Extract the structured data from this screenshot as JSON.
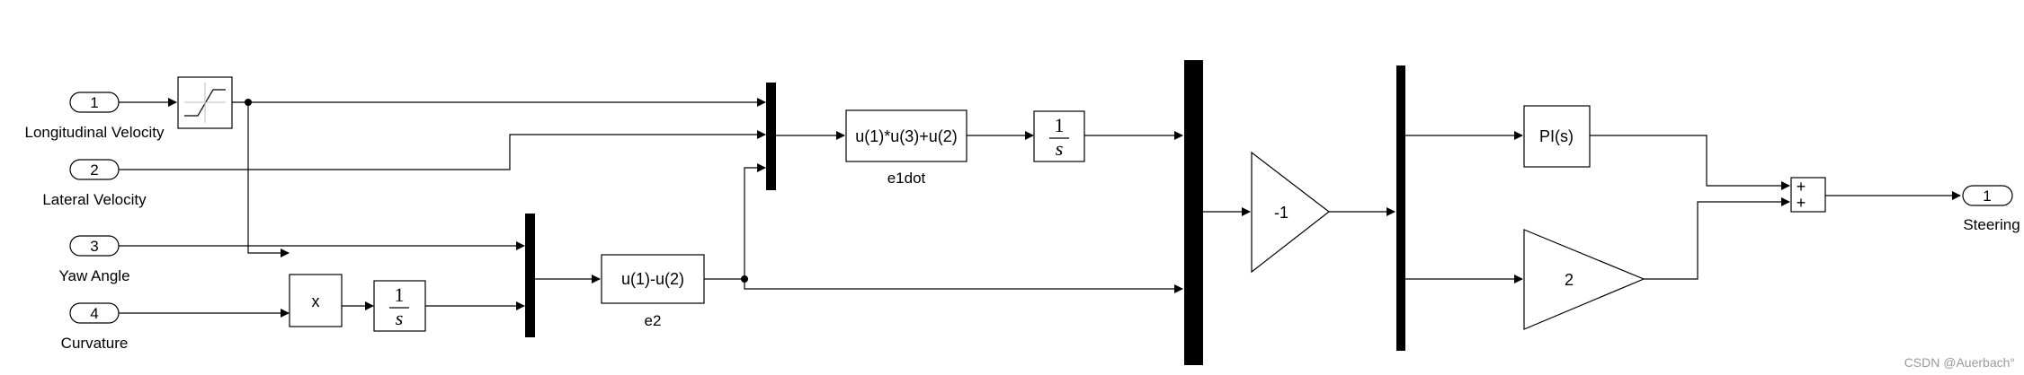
{
  "inports": [
    {
      "number": "1",
      "label": "Longitudinal Velocity"
    },
    {
      "number": "2",
      "label": "Lateral Velocity"
    },
    {
      "number": "3",
      "label": "Yaw Angle"
    },
    {
      "number": "4",
      "label": "Curvature"
    }
  ],
  "outport": {
    "number": "1",
    "label": "Steering"
  },
  "blocks": {
    "product": "x",
    "integrator_num": "1",
    "integrator_den": "s",
    "fcn1": "u(1)*u(3)+u(2)",
    "fcn1_name": "e1dot",
    "fcn2": "u(1)-u(2)",
    "fcn2_name": "e2",
    "gain_neg": "-1",
    "pi": "PI(s)",
    "gain2": "2",
    "sum_plus1": "+",
    "sum_plus2": "+"
  },
  "watermark": "CSDN @Auerbach°"
}
